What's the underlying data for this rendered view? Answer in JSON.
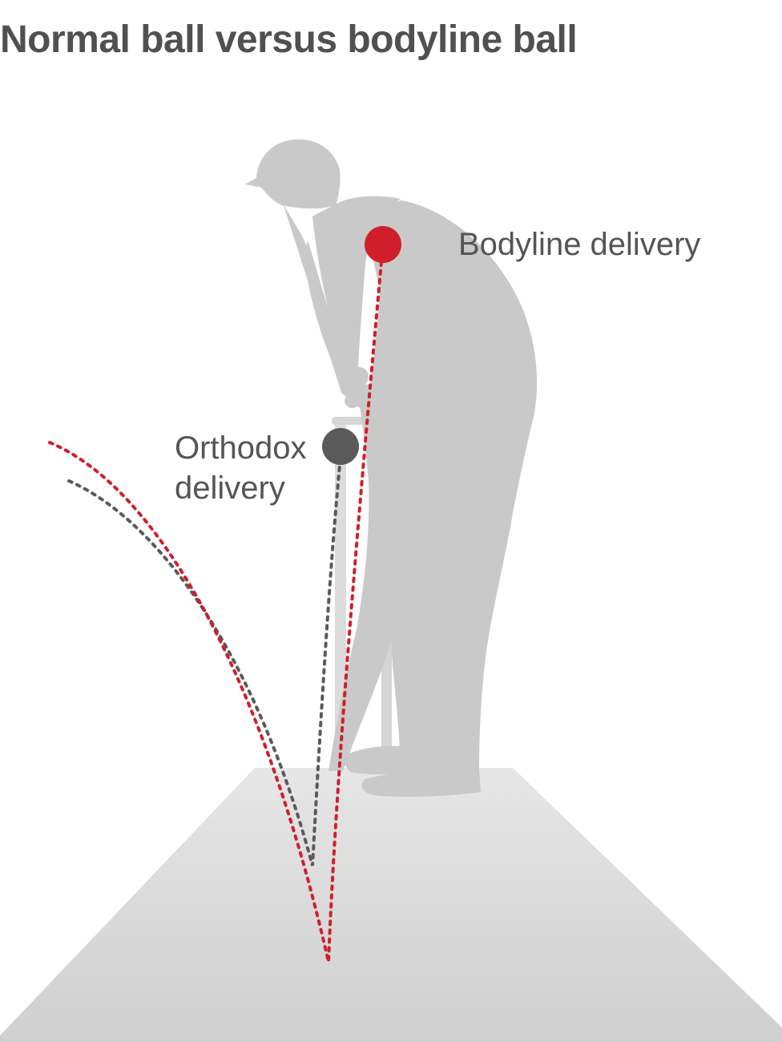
{
  "title": "Normal ball versus bodyline ball",
  "labels": {
    "bodyline": "Bodyline delivery",
    "orthodox_line1": "Orthodox",
    "orthodox_line2": "delivery"
  },
  "colors": {
    "bodyline": "#d01f2a",
    "orthodox": "#5a5a5a",
    "silhouette": "#c9c9c9",
    "label_text": "#555555",
    "title_text": "#505050"
  },
  "icons": {
    "batsman": "batsman-silhouette-icon",
    "stumps": "stumps-icon",
    "pitch": "pitch-icon"
  }
}
